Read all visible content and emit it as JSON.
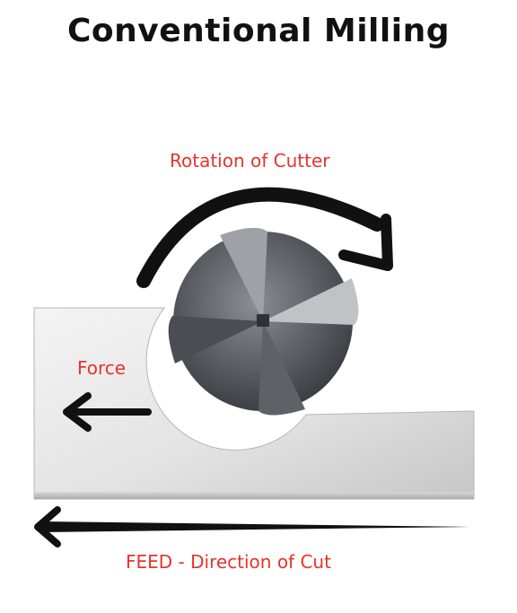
{
  "title": "Conventional Milling",
  "labels": {
    "rotation": "Rotation of Cutter",
    "force": "Force",
    "feed": "FEED - Direction of Cut"
  },
  "colors": {
    "label": "#e8332a",
    "arrow": "#111111",
    "workpiece_light": "#f2f2f2",
    "workpiece_dark": "#c4c4c4",
    "cutter_dark": "#3a3d42",
    "cutter_mid": "#6e7277",
    "cutter_light": "#b9bcbf"
  },
  "icons": {
    "rotation_arrow": "curved-arrow-clockwise",
    "force_arrow": "arrow-left",
    "feed_arrow": "arrow-left"
  }
}
